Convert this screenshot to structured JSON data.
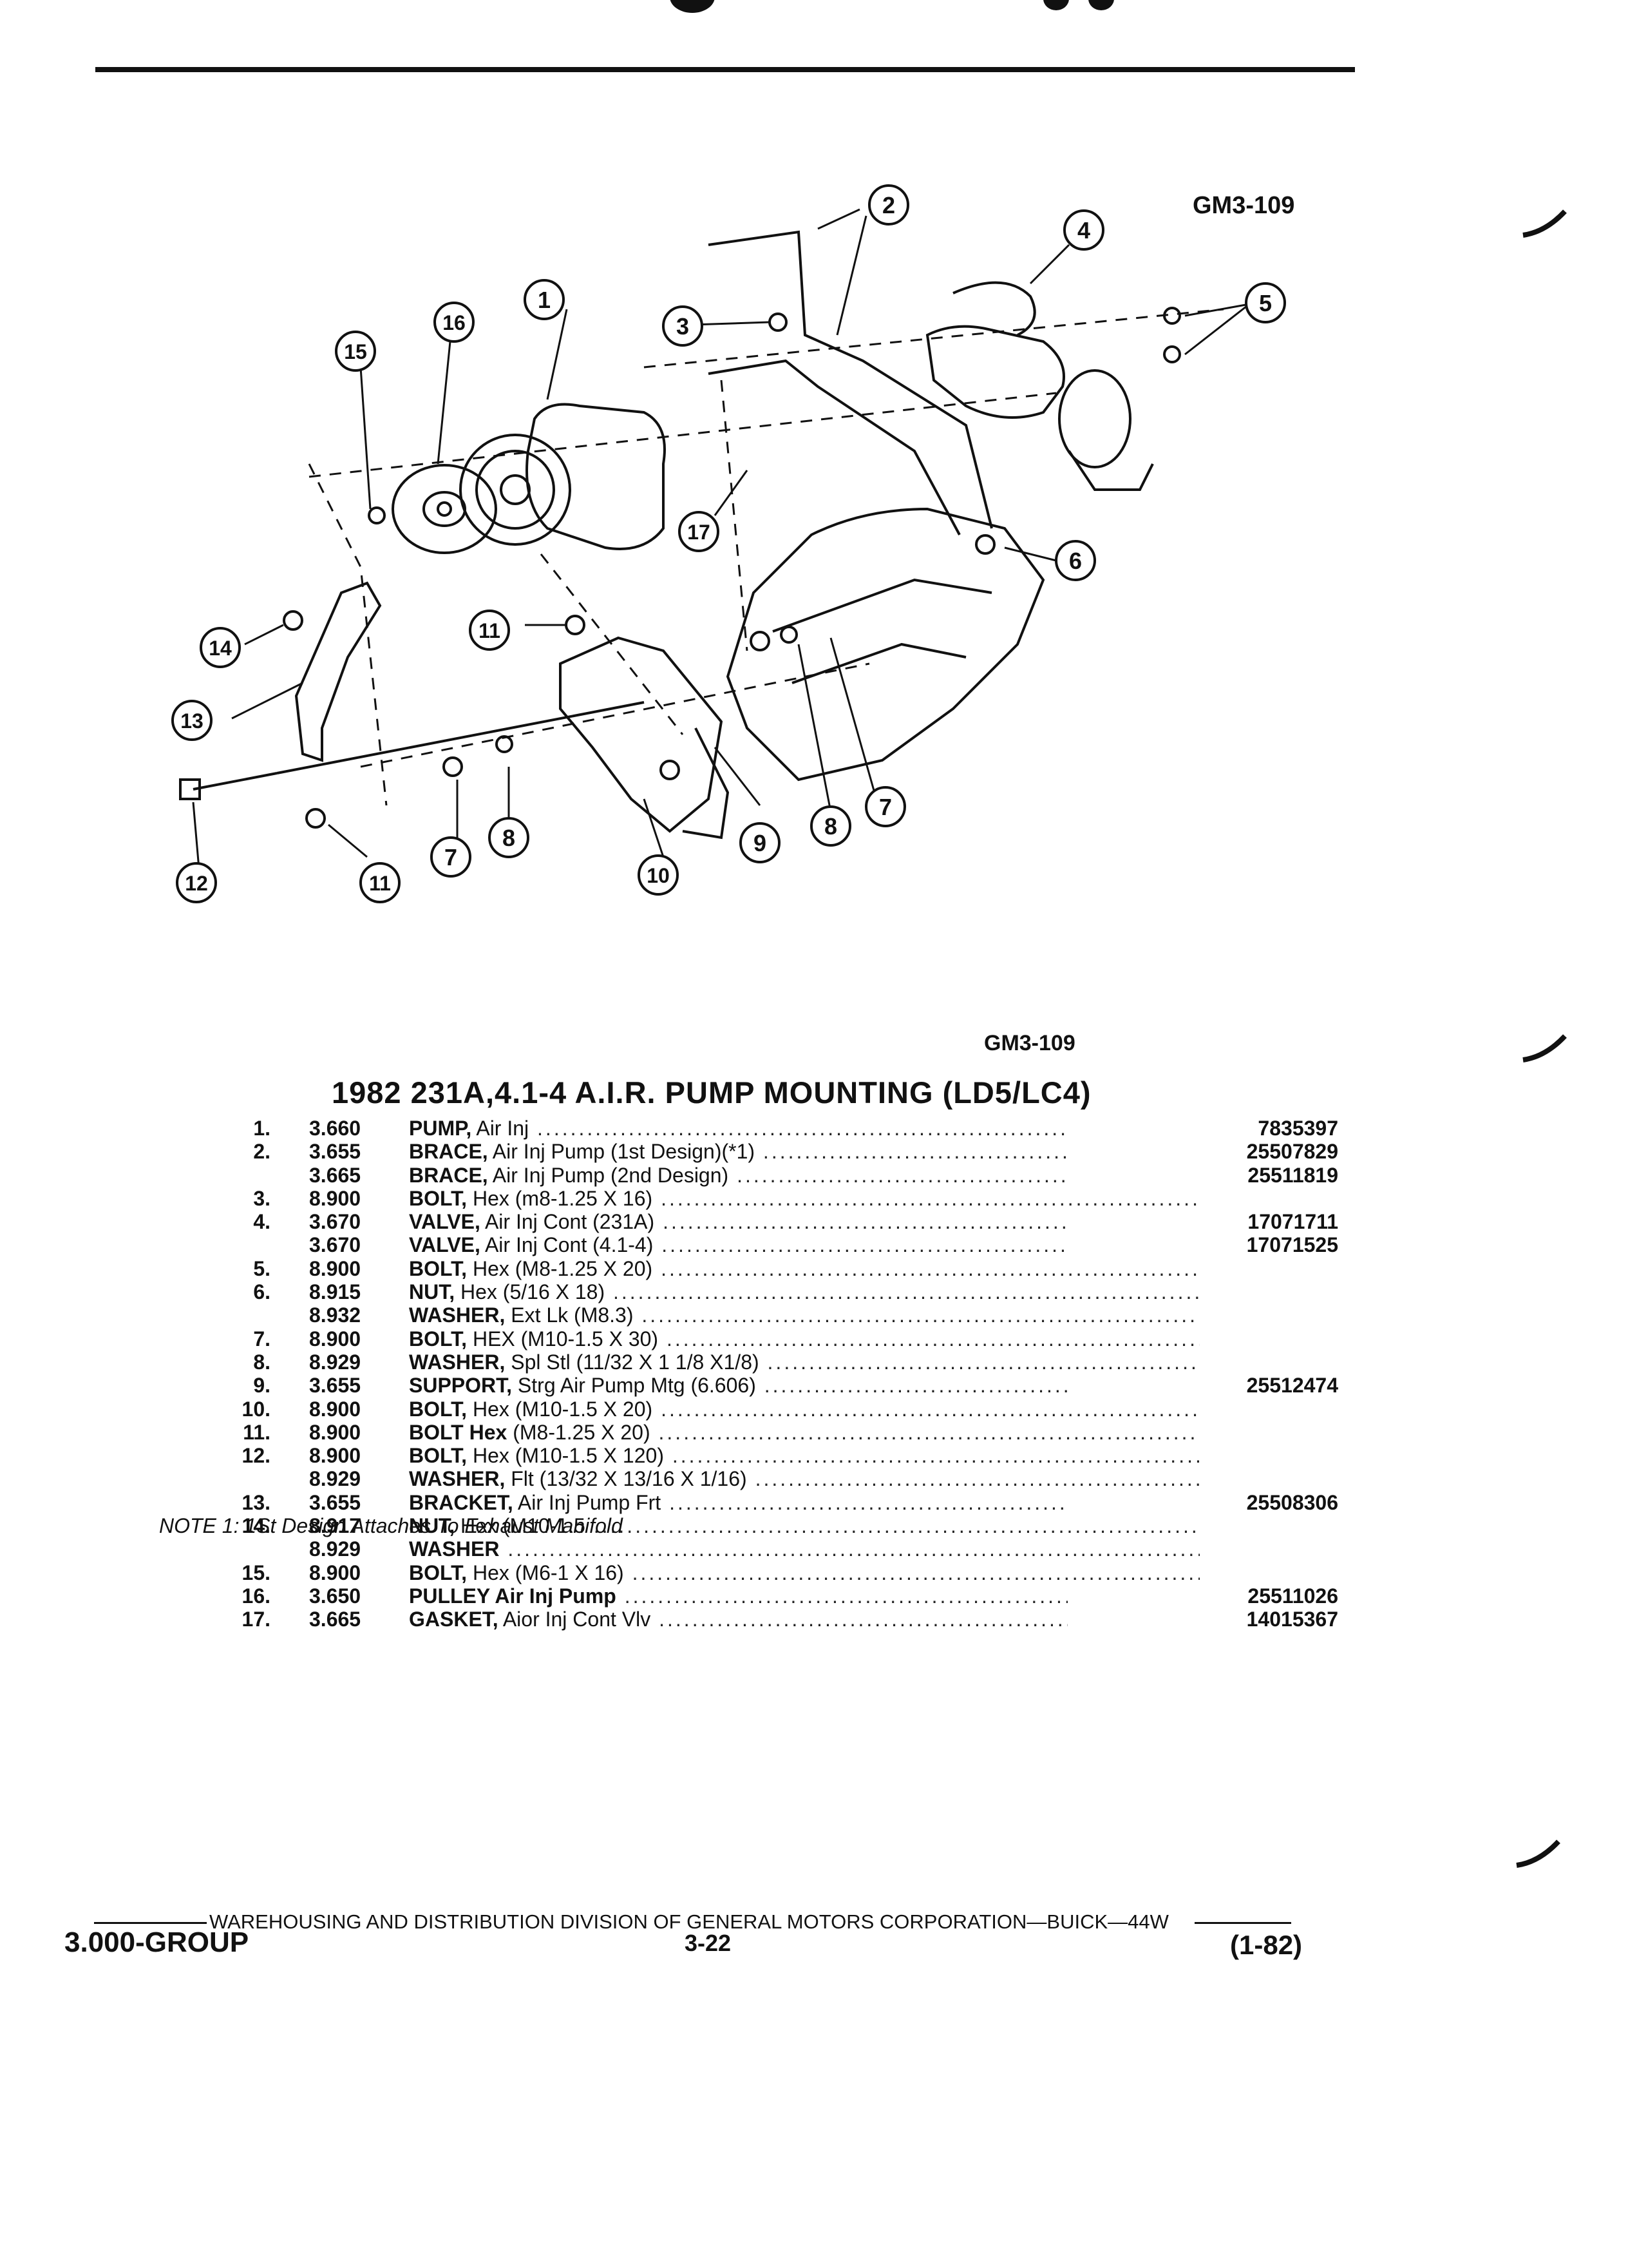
{
  "figure_code_top": "GM3-109",
  "figure_code_caption": "GM3-109",
  "title": "1982 231A,4.1-4 A.I.R. PUMP MOUNTING (LD5/LC4)",
  "callouts": [
    "1",
    "2",
    "3",
    "4",
    "5",
    "6",
    "7",
    "8",
    "9",
    "10",
    "11",
    "12",
    "13",
    "14",
    "15",
    "16",
    "17"
  ],
  "parts": [
    {
      "num": "1.",
      "grp": "3.660",
      "name": "PUMP,",
      "detail": " Air Inj",
      "pn": "7835397"
    },
    {
      "num": "2.",
      "grp": "3.655",
      "name": "BRACE,",
      "detail": " Air Inj Pump (1st Design)(*1)",
      "pn": "25507829"
    },
    {
      "num": "",
      "grp": "3.665",
      "name": "BRACE,",
      "detail": " Air Inj Pump (2nd Design)",
      "pn": "25511819"
    },
    {
      "num": "3.",
      "grp": "8.900",
      "name": "BOLT,",
      "detail": " Hex (m8-1.25 X 16)",
      "pn": ""
    },
    {
      "num": "4.",
      "grp": "3.670",
      "name": "VALVE,",
      "detail": " Air Inj Cont (231A)",
      "pn": "17071711"
    },
    {
      "num": "",
      "grp": "3.670",
      "name": "VALVE,",
      "detail": " Air Inj Cont (4.1-4)",
      "pn": "17071525"
    },
    {
      "num": "5.",
      "grp": "8.900",
      "name": "BOLT,",
      "detail": " Hex (M8-1.25 X 20)",
      "pn": ""
    },
    {
      "num": "6.",
      "grp": "8.915",
      "name": "NUT,",
      "detail": " Hex (5/16 X 18)",
      "pn": ""
    },
    {
      "num": "",
      "grp": "8.932",
      "name": "WASHER,",
      "detail": " Ext Lk (M8.3)",
      "pn": ""
    },
    {
      "num": "7.",
      "grp": "8.900",
      "name": "BOLT,",
      "detail": " HEX (M10-1.5 X 30)",
      "pn": ""
    },
    {
      "num": "8.",
      "grp": "8.929",
      "name": "WASHER,",
      "detail": " Spl Stl (11/32 X 1 1/8 X1/8)",
      "pn": ""
    },
    {
      "num": "9.",
      "grp": "3.655",
      "name": "SUPPORT,",
      "detail": " Strg Air Pump Mtg (6.606)",
      "pn": "25512474"
    },
    {
      "num": "10.",
      "grp": "8.900",
      "name": "BOLT,",
      "detail": " Hex (M10-1.5 X 20)",
      "pn": ""
    },
    {
      "num": "11.",
      "grp": "8.900",
      "name": "BOLT Hex",
      "detail": " (M8-1.25 X 20)",
      "pn": ""
    },
    {
      "num": "12.",
      "grp": "8.900",
      "name": "BOLT,",
      "detail": " Hex (M10-1.5 X 120)",
      "pn": ""
    },
    {
      "num": "",
      "grp": "8.929",
      "name": "WASHER,",
      "detail": " Flt (13/32 X 13/16 X 1/16)",
      "pn": ""
    },
    {
      "num": "13.",
      "grp": "3.655",
      "name": "BRACKET,",
      "detail": " Air Inj Pump Frt",
      "pn": "25508306"
    },
    {
      "num": "14.",
      "grp": "8.917",
      "name": "NUT,",
      "detail": " Hex (M10-1.5",
      "pn": ""
    },
    {
      "num": "",
      "grp": "8.929",
      "name": "WASHER",
      "detail": "",
      "pn": ""
    },
    {
      "num": "15.",
      "grp": "8.900",
      "name": "BOLT,",
      "detail": " Hex (M6-1 X 16)",
      "pn": ""
    },
    {
      "num": "16.",
      "grp": "3.650",
      "name": "PULLEY Air Inj Pump",
      "detail": "",
      "pn": "25511026"
    },
    {
      "num": "17.",
      "grp": "3.665",
      "name": "GASKET,",
      "detail": " Aior Inj Cont Vlv",
      "pn": "14015367"
    }
  ],
  "note": "NOTE 1: 1St Design Attaches To Exhaust Manifold",
  "footer": {
    "division": "WAREHOUSING AND DISTRIBUTION  DIVISION OF GENERAL MOTORS CORPORATION—BUICK—44W",
    "group": "3.000-GROUP",
    "page": "3-22",
    "date": "(1-82)"
  }
}
